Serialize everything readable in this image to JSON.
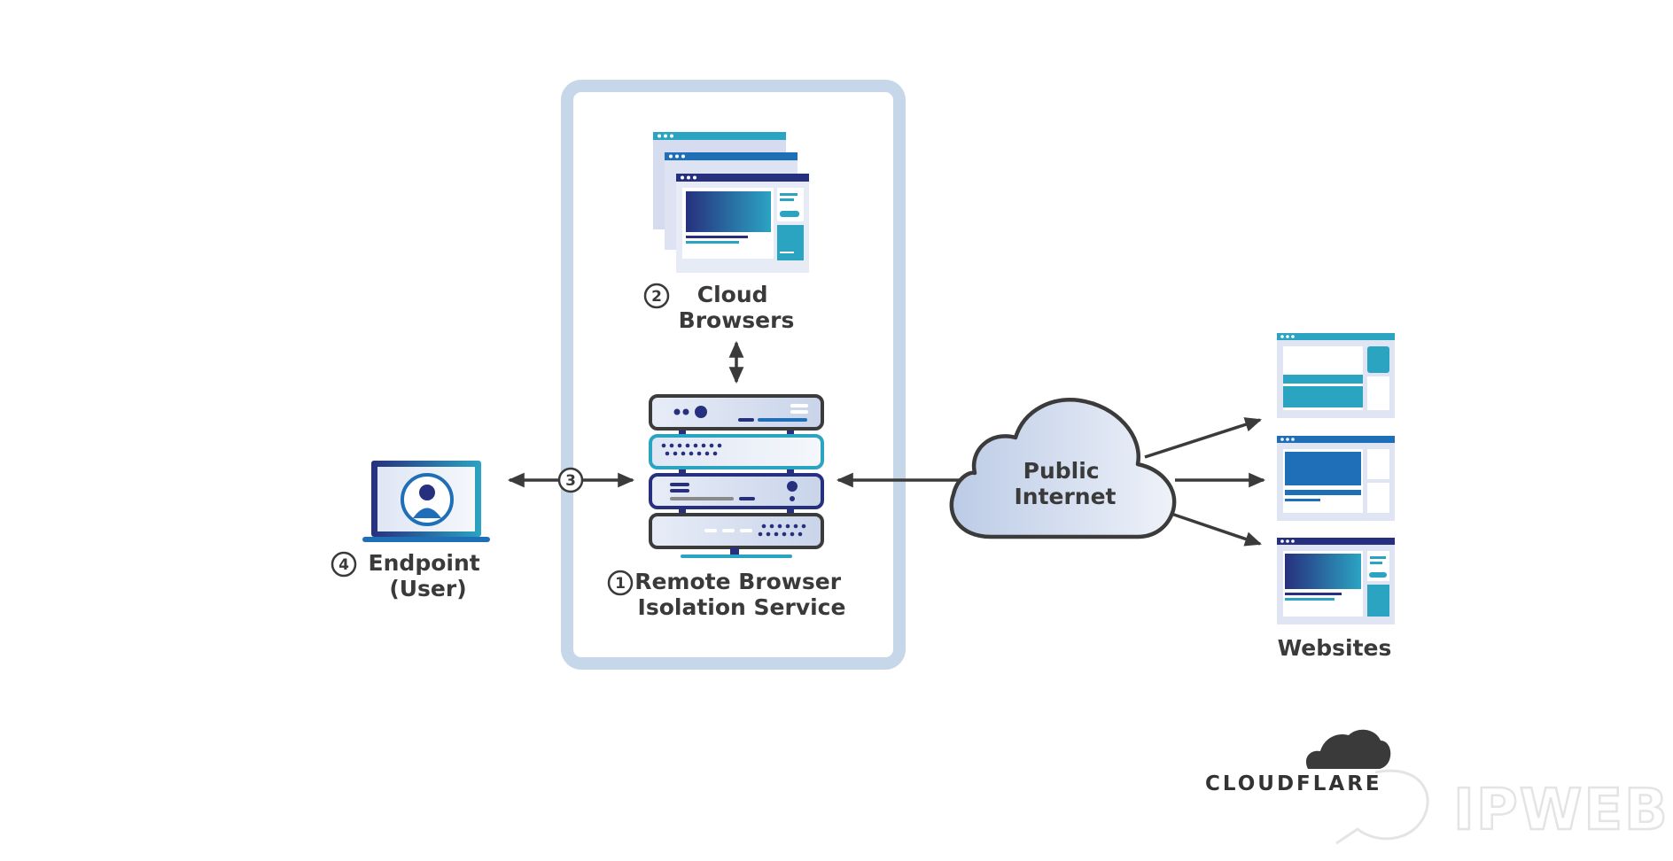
{
  "labels": {
    "cloud_browsers": [
      "Cloud",
      "Browsers"
    ],
    "rbi_service": [
      "Remote Browser",
      "Isolation Service"
    ],
    "endpoint": [
      "Endpoint",
      "(User)"
    ],
    "public_internet": [
      "Public",
      "Internet"
    ],
    "websites": "Websites"
  },
  "markers": {
    "rbi_service": "1",
    "cloud_browsers": "2",
    "connection": "3",
    "endpoint": "4"
  },
  "brand": {
    "logo_text": "CLOUDFLARE",
    "watermark_text": "IPWEB"
  },
  "colors": {
    "frame": "#c6d7ea",
    "navy": "#27307e",
    "teal": "#2ba4c2",
    "blue": "#1f6fb8",
    "stroke_dark": "#3b3b3b",
    "light_fill": "#e3eaf6"
  },
  "icons": {
    "endpoint": "laptop-user-icon",
    "service": "server-stack-icon",
    "browsers": "browser-windows-icon",
    "internet": "cloud-icon",
    "websites": "website-window-icon"
  }
}
